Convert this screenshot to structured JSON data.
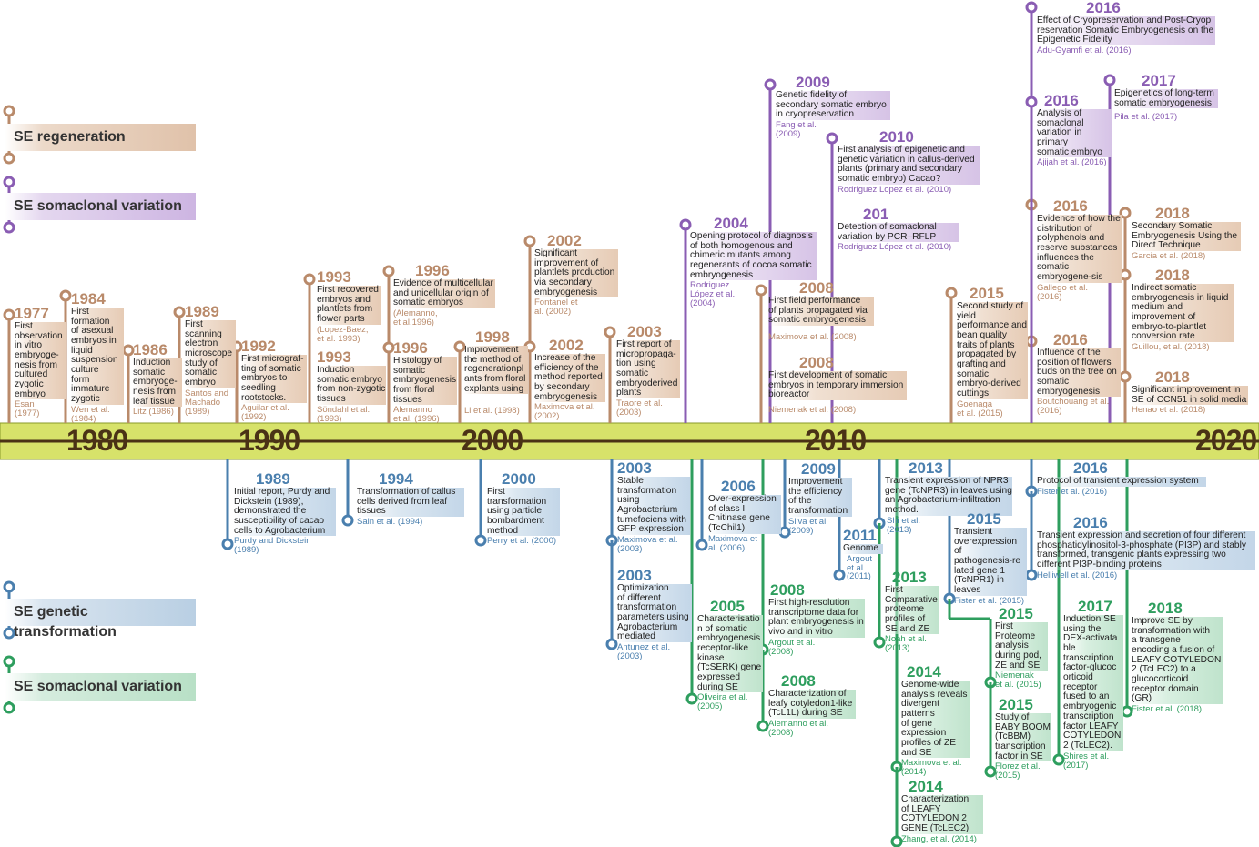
{
  "legend": {
    "regeneration": "SE regeneration",
    "somaclonal_top": "SE somaclonal variation",
    "transformation": "SE genetic transformation",
    "somaclonal_bottom": "SE somaclonal variation"
  },
  "colors": {
    "regeneration": "#b98a6a",
    "somaclonal_top": "#8a5db3",
    "transformation": "#4a7fae",
    "somaclonal_bottom": "#2e9e5e",
    "bar": "#d7e26a",
    "decade_text": "#4a3216"
  },
  "decades": [
    "1980",
    "1990",
    "2000",
    "2010",
    "2020"
  ],
  "events": [
    {
      "id": "e1977",
      "year": "1977",
      "text": "First\nobservation\nin vitro\nembryoge-\nnesis from\ncultured\nzygotic\nembryo",
      "ref": "Esan\n(1977)",
      "cat": "reg"
    },
    {
      "id": "e1984",
      "year": "1984",
      "text": "First\nformation\nof asexual\nembryos in\nliquid\nsuspension\nculture\nform\nimmature\nzygotic",
      "ref": "Wen et al.\n(1984)",
      "cat": "reg"
    },
    {
      "id": "e1986",
      "year": "1986",
      "text": "Induction\nsomatic\nembryoge-\nnesis from\nleaf tissue",
      "ref": "Litz (1986)",
      "cat": "reg"
    },
    {
      "id": "e1989a",
      "year": "1989",
      "text": "First\nscanning\nelectron\nmicroscope\nstudy of\nsomatic\nembryo",
      "ref": "Santos and\nMachado\n(1989)",
      "cat": "reg"
    },
    {
      "id": "e1992",
      "year": "1992",
      "text": "First micrograf-\nting of somatic\nembryos to\nseedling\nrootstocks.",
      "ref": "Aguilar et al.\n(1992)",
      "cat": "reg"
    },
    {
      "id": "e1993a",
      "year": "1993",
      "text": "First recovered\nembryos and\nplantlets from\nflower parts",
      "ref": "(Lopez-Baez,\net al. 1993)",
      "cat": "reg"
    },
    {
      "id": "e1993b",
      "year": "1993",
      "text": "Induction\nsomatic embryo\nfrom non-zygotic\ntissues",
      "ref": "Söndahl et al.\n(1993)",
      "cat": "reg"
    },
    {
      "id": "e1996a",
      "year": "1996",
      "text": "Evidence of multicellular\nand unicellular origin of\nsomatic embryos",
      "ref": "(Alemanno,\net al.1996)",
      "cat": "reg"
    },
    {
      "id": "e1996b",
      "year": "1996",
      "text": "Histology of\nsomatic\nembryogenesis\nfrom floral\ntissues",
      "ref": "Alemanno\net al. (1996)",
      "cat": "reg"
    },
    {
      "id": "e1998",
      "year": "1998",
      "text": "Improvement\nthe method of\nregenerationpl\nants from floral\nexplants using",
      "ref": "Li et al. (1998)",
      "cat": "reg"
    },
    {
      "id": "e2002a",
      "year": "2002",
      "text": "Significant\nimprovement of\nplantlets production\nvia secondary\nembryogenesis",
      "ref": "Fontanel et\nal. (2002)",
      "cat": "reg"
    },
    {
      "id": "e2002b",
      "year": "2002",
      "text": "Increase of the\nefficiency of the\nmethod reported\nby secondary\nembryogenesis",
      "ref": "Maximova et al.\n(2002)",
      "cat": "reg"
    },
    {
      "id": "e2003a",
      "year": "2003",
      "text": "First report of\nmicropropaga-\ntion using\nsomatic\nembryoderived\nplants",
      "ref": "Traore et al.\n(2003)",
      "cat": "reg"
    },
    {
      "id": "e2004",
      "year": "2004",
      "text": "Opening protocol of diagnosis\nof both homogenous and\nchimeric mutants among\nregenerants of cocoa somatic\nembryogenesis",
      "ref": "Rodriguez\nLópez et al.\n(2004)",
      "cat": "som"
    },
    {
      "id": "e2009a",
      "year": "2009",
      "text": "Genetic fidelity of\nsecondary somatic embryo\nin cryopreservation",
      "ref": "Fang et al.\n(2009)",
      "cat": "som"
    },
    {
      "id": "e2010a",
      "year": "2010",
      "text": "First analysis of epigenetic and\ngenetic variation in callus-derived\nplants (primary and secondary\nsomatic embryo) Cacao?",
      "ref": "Rodriguez Lopez et al. (2010)",
      "cat": "som"
    },
    {
      "id": "e2010b",
      "year": "201",
      "text": "Detection of somaclonal\nvariation by PCR–RFLP",
      "ref": "Rodriguez López et al. (2010)",
      "cat": "som"
    },
    {
      "id": "e2008a",
      "year": "2008",
      "text": "First field performance\nof plants propagated via\nsomatic embryogenesis",
      "ref": "Maximova et al. (2008)",
      "cat": "reg"
    },
    {
      "id": "e2008b",
      "year": "2008",
      "text": "First development of somatic\nembryos in temporary immersion\nbioreactor",
      "ref": "Niemenak et al. (2008)",
      "cat": "reg"
    },
    {
      "id": "e2015a",
      "year": "2015",
      "text": "Second study of\nyield\nperformance and\nbean quality\ntraits of plants\npropagated by\ngrafting and\nsomatic\nembryo-derived\ncuttings",
      "ref": "Goenaga\net al. (2015)",
      "cat": "reg"
    },
    {
      "id": "e2016a",
      "year": "2016",
      "text": "Effect of Cryopreservation and Post-Cryop\nreservation Somatic Embryogenesis on the\nEpigenetic Fidelity",
      "ref": "Adu-Gyamfi et al. (2016)",
      "cat": "som"
    },
    {
      "id": "e2016b",
      "year": "2016",
      "text": "Analysis of\nsomaclonal\nvariation in\nprimary\nsomatic embryo",
      "ref": "Ajijah et al. (2016)",
      "cat": "som"
    },
    {
      "id": "e2017a",
      "year": "2017",
      "text": "Epigenetics of long-term\nsomatic embryogenesis",
      "ref": "Pila et al. (2017)",
      "cat": "som"
    },
    {
      "id": "e2016c",
      "year": "2016",
      "text": "Evidence of how the\ndistribution of\npolyphenols and\nreserve substances\ninfluences the\nsomatic\nembryogene-sis",
      "ref": "Gallego et al.\n(2016)",
      "cat": "reg"
    },
    {
      "id": "e2016d",
      "year": "2016",
      "text": "Influence of the\nposition of flowers\nbuds on the tree on\nsomatic\nembryogenesis",
      "ref": "Boutchouang et al.\n(2016)",
      "cat": "reg"
    },
    {
      "id": "e2018a",
      "year": "2018",
      "text": "Secondary Somatic\nEmbryogenesis Using the\nDirect Technique",
      "ref": "Garcia et al. (2018)",
      "cat": "reg"
    },
    {
      "id": "e2018b",
      "year": "2018",
      "text": "Indirect somatic\nembryogenesis in liquid\nmedium and\nimprovement of\nembryo-to-plantlet\nconversion rate",
      "ref": "Guillou, et al. (2018)",
      "cat": "reg"
    },
    {
      "id": "e2018c",
      "year": "2018",
      "text": "Significant improvement in\nSE of CCN51 in solid media",
      "ref": "Henao et al. (2018)",
      "cat": "reg"
    },
    {
      "id": "e1989b",
      "year": "1989",
      "text": "Initial report, Purdy and\nDickstein (1989),\ndemonstrated the\nsusceptibility of cacao\ncells to Agrobacterium",
      "ref": "Purdy and Dickstein\n(1989)",
      "cat": "gen"
    },
    {
      "id": "e1994",
      "year": "1994",
      "text": "Transformation of callus\ncells derived from leaf\ntissues",
      "ref": "Sain et al. (1994)",
      "cat": "gen"
    },
    {
      "id": "e2000",
      "year": "2000",
      "text": "First\ntransformation\nusing particle\nbombardment\nmethod",
      "ref": "Perry et al. (2000)",
      "cat": "gen"
    },
    {
      "id": "e2003b",
      "year": "2003",
      "text": "Stable\ntransformation\nusing\nAgrobacterium\ntumefaciens with\nGFP expression",
      "ref": "Maximova et al.\n(2003)",
      "cat": "gen"
    },
    {
      "id": "e2003c",
      "year": "2003",
      "text": "Optimization\nof different\ntransformation\nparameters using\nAgrobacterium\nmediated",
      "ref": "Antunez et al.\n(2003)",
      "cat": "gen"
    },
    {
      "id": "e2006",
      "year": "2006",
      "text": "Over-expression\nof class I\nChitinase gene\n(TcChil1)",
      "ref": "Maximova et\nal. (2006)",
      "cat": "gen"
    },
    {
      "id": "e2009b",
      "year": "2009",
      "text": "Improvement\nthe efficiency\nof the\ntransformation",
      "ref": "Silva et al.\n(2009)",
      "cat": "gen"
    },
    {
      "id": "e2011",
      "year": "2011",
      "text": "Genome",
      "ref": "Argout\net al.\n(2011)",
      "cat": "gen"
    },
    {
      "id": "e2005",
      "year": "2005",
      "text": "Characterisatio\nn of somatic\nembryogenesis\nreceptor-like\nkinase\n(TcSERK) gene\nexpressed\nduring SE",
      "ref": "Oliveira et al.\n(2005)",
      "cat": "grn"
    },
    {
      "id": "e2008c",
      "year": "2008",
      "text": "First high-resolution\ntranscriptome data for\nplant embryogenesis in\nvivo and in vitro",
      "ref": "Argout et al.\n(2008)",
      "cat": "grn"
    },
    {
      "id": "e2008d",
      "year": "2008",
      "text": "Characterization of\nleafy cotyledon1-like\n(TcL1L) during SE",
      "ref": "Alemanno et al.\n(2008)",
      "cat": "grn"
    },
    {
      "id": "e2013a",
      "year": "2013",
      "text": "Transient expression of NPR3\ngene (TcNPR3) in leaves using\nan Agrobacterium-infiltration\nmethod.",
      "ref": "Shi et al.\n(2013)",
      "cat": "gen"
    },
    {
      "id": "e2013b",
      "year": "2013",
      "text": "First\nComparative\nproteome\nprofiles of\nSE and ZE",
      "ref": "Noah et al.\n(2013)",
      "cat": "grn"
    },
    {
      "id": "e2015b",
      "year": "2015",
      "text": "Transient\noverexpression\nof\npathogenesis-re\nlated gene 1\n(TcNPR1) in\nleaves",
      "ref": "Fister et al. (2015)",
      "cat": "gen"
    },
    {
      "id": "e2015c",
      "year": "2015",
      "text": "First\nProteome\nanalysis\nduring pod,\nZE and SE",
      "ref": "Niemenak\net al. (2015)",
      "cat": "grn"
    },
    {
      "id": "e2014a",
      "year": "2014",
      "text": "Genome-wide\nanalysis reveals\ndivergent\npatterns\nof gene\nexpression\nprofiles of ZE\nand SE",
      "ref": "Maximova et al.\n(2014)",
      "cat": "grn"
    },
    {
      "id": "e2015d",
      "year": "2015",
      "text": "Study of\nBABY BOOM\n(TcBBM)\ntranscription\nfactor in SE",
      "ref": "Florez et al.\n(2015)",
      "cat": "grn"
    },
    {
      "id": "e2014b",
      "year": "2014",
      "text": "Characterization\nof LEAFY\nCOTYLEDON 2\nGENE (TcLEC2)",
      "ref": "Zhang, et al. (2014)",
      "cat": "grn"
    },
    {
      "id": "e2016e",
      "year": "2016",
      "text": "Protocol of transient expression system",
      "ref": "Fister et al. (2016)",
      "cat": "gen"
    },
    {
      "id": "e2016f",
      "year": "2016",
      "text": "Transient expression and secretion of four different\nphosphatidylinositol-3-phosphate (PI3P) and stably\ntransformed, transgenic plants expressing two\ndifferent PI3P-binding proteins",
      "ref": "Helliwell et al. (2016)",
      "cat": "gen"
    },
    {
      "id": "e2017b",
      "year": "2017",
      "text": "Induction SE\nusing the\nDEX-activata\nble\ntranscription\nfactor-glucoc\norticoid\nreceptor\nfused to an\nembryogenic\ntranscription\nfactor LEAFY\nCOTYLEDON\n2 (TcLEC2).",
      "ref": "Shires et al.\n(2017)",
      "cat": "grn"
    },
    {
      "id": "e2018d",
      "year": "2018",
      "text": "Improve SE by\ntransformation with\na transgene\nencoding a fusion of\nLEAFY COTYLEDON\n2 (TcLEC2) to a\nglucocorticoid\nreceptor domain\n(GR)",
      "ref": "Fister et al. (2018)",
      "cat": "grn"
    }
  ]
}
